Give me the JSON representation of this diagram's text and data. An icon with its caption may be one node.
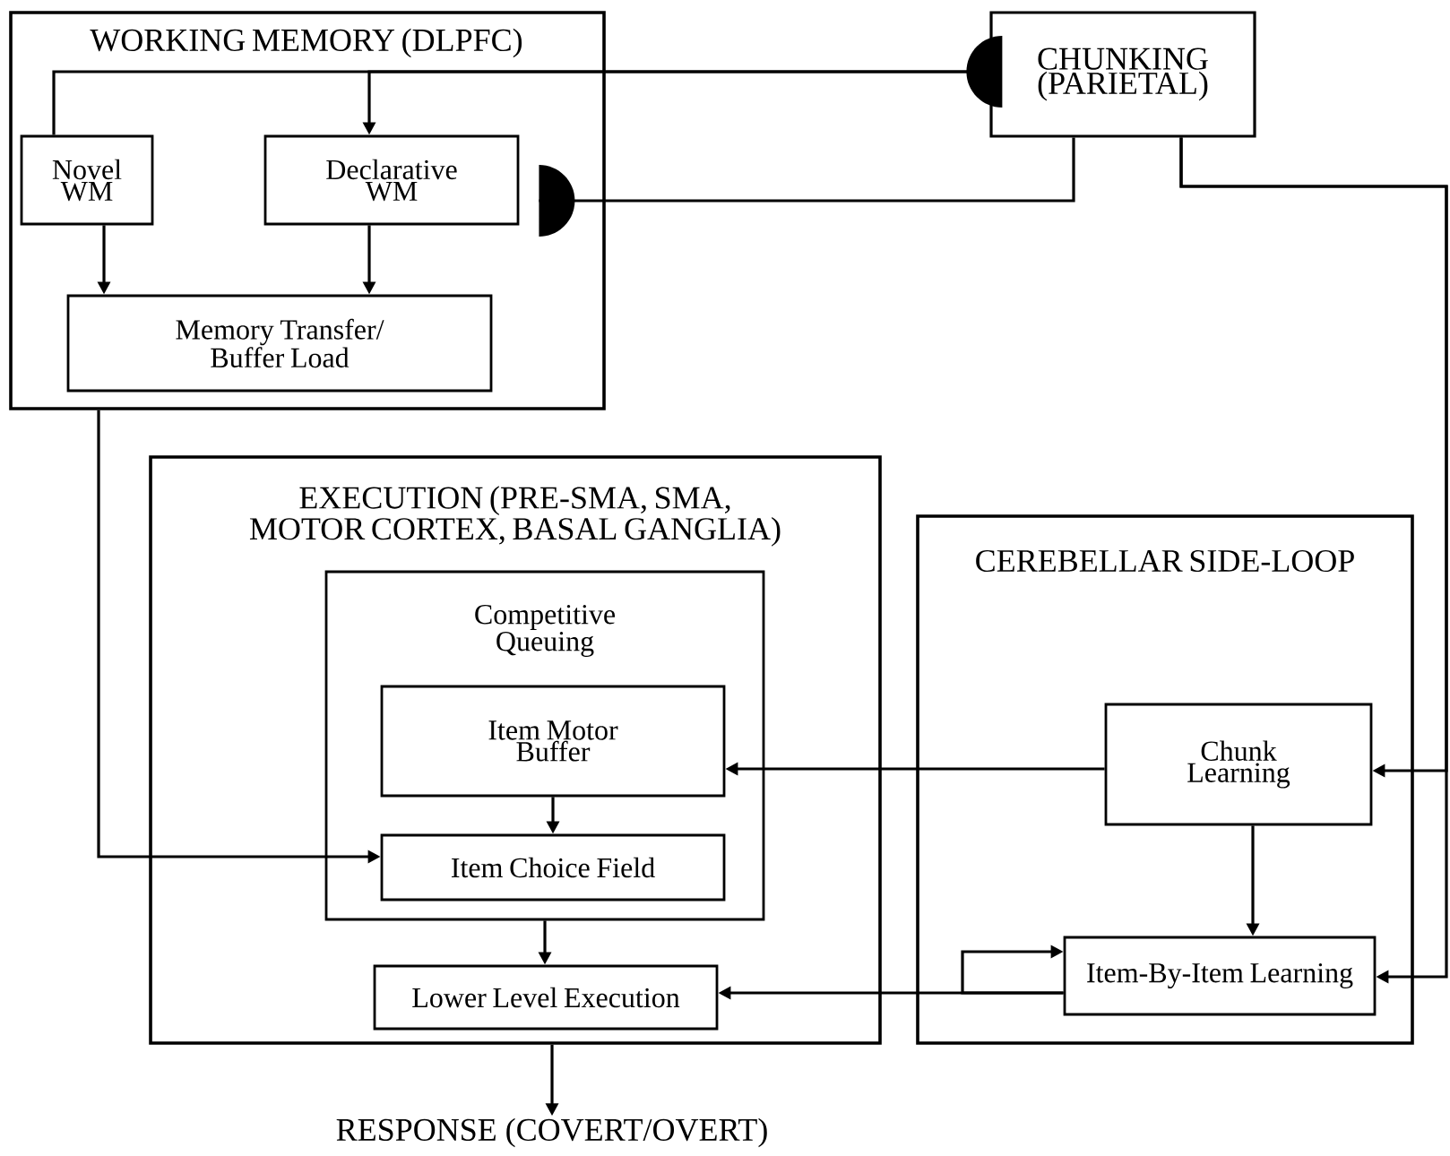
{
  "diagram": {
    "nodes": [
      {
        "text": [
          "WORKING MEMORY (DLPFC)"
        ]
      },
      {
        "text": [
          "Novel WM"
        ],
        "in": 0
      },
      {
        "text": [
          "Declarative WM"
        ],
        "in": 0
      },
      {
        "text": [
          "Memory Transfer/ Buffer Load"
        ],
        "in": 0
      },
      {
        "text": [
          "CHUNKING (PARIETAL)"
        ]
      },
      {
        "text": [
          "EXECUTION (PRE-SMA, SMA, MOTOR CORTEX, BASAL GANGLIA)"
        ]
      },
      {
        "text": [
          "Competitive Queuing"
        ],
        "in": 5
      },
      {
        "text": [
          "Item Motor Buffer"
        ],
        "in": 6
      },
      {
        "text": [
          "Item Choice Field"
        ],
        "in": 6
      },
      {
        "text": [
          "Lower Level Execution"
        ],
        "in": 5
      },
      {
        "text": [
          "CEREBELLAR SIDE-LOOP"
        ]
      },
      {
        "text": [
          "Chunk Learning"
        ],
        "in": 10
      },
      {
        "text": [
          "Item-By-Item Learning"
        ],
        "in": 10
      },
      {
        "text": [
          "RESPONSE (COVERT/OVERT)"
        ]
      }
    ],
    "edges": [
      {
        "from": 1,
        "to": 4,
        "arrow": "other"
      },
      {
        "from": 4,
        "to": 2,
        "arrow": "to"
      },
      {
        "from": 4,
        "to": 2,
        "arrow": "other"
      },
      {
        "from": 4,
        "to": 11,
        "arrow": "to"
      },
      {
        "from": 4,
        "to": 12,
        "arrow": "to"
      },
      {
        "from": 1,
        "to": 3,
        "arrow": "to"
      },
      {
        "from": 2,
        "to": 3,
        "arrow": "to"
      },
      {
        "from": 0,
        "to": 8,
        "arrow": "to"
      },
      {
        "from": 7,
        "to": 8,
        "arrow": "to"
      },
      {
        "from": 6,
        "to": 9,
        "arrow": "to"
      },
      {
        "from": 11,
        "to": 7,
        "arrow": "to"
      },
      {
        "from": 11,
        "to": 12,
        "arrow": "to"
      },
      {
        "from": 12,
        "to": 9,
        "arrow": "to"
      },
      {
        "from": 12,
        "to": 12,
        "arrow": "to"
      },
      {
        "from": 5,
        "to": 13,
        "arrow": "to"
      }
    ]
  }
}
